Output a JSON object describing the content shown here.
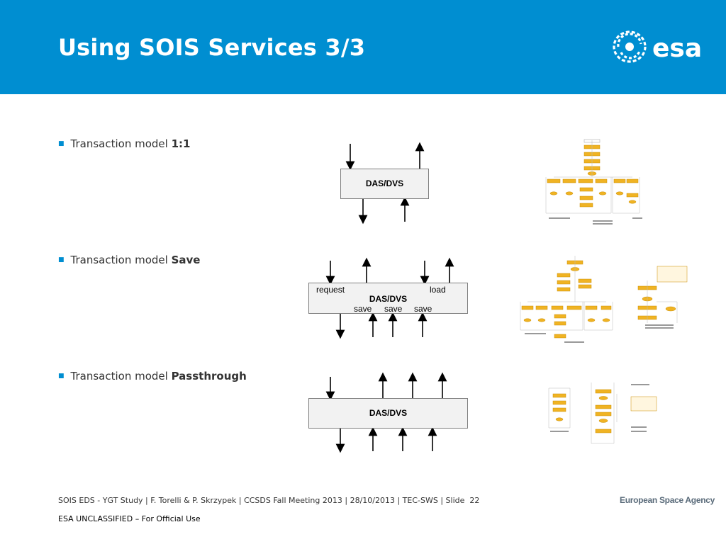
{
  "slide": {
    "title": "Using SOIS Services 3/3",
    "logo_text": "esa",
    "colors": {
      "header": "#008ed1",
      "box_fill": "#f2f2f2",
      "thumb_box": "#f0b323"
    }
  },
  "bullets": [
    {
      "prefix": "Transaction model ",
      "bold": "1:1"
    },
    {
      "prefix": "Transaction model ",
      "bold": "Save"
    },
    {
      "prefix": "Transaction model ",
      "bold": "Passthrough"
    }
  ],
  "diagrams": {
    "one_to_one": {
      "box_label": "DAS/DVS"
    },
    "save": {
      "box_label": "DAS/DVS",
      "left_label": "request",
      "right_label": "load",
      "save_labels": [
        "save",
        "save",
        "save"
      ]
    },
    "passthrough": {
      "box_label": "DAS/DVS"
    }
  },
  "footer": {
    "citation": "SOIS EDS - YGT Study | F. Torelli & P. Skrzypek | CCSDS Fall Meeting 2013 | 28/10/2013 | TEC-SWS | Slide",
    "slide_number": "22",
    "classification": "ESA UNCLASSIFIED – For Official Use",
    "agency": "European Space Agency"
  }
}
